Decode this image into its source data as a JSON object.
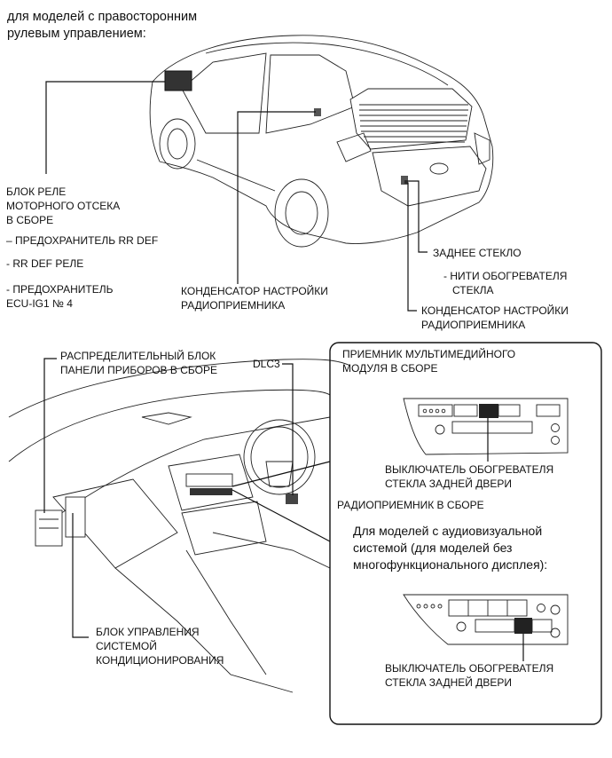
{
  "header": {
    "line1": "для моделей с правосторонним",
    "line2": "рулевым управлением:"
  },
  "labels": {
    "relay_block": {
      "line1": "БЛОК РЕЛЕ",
      "line2": "МОТОРНОГО ОТСЕКА",
      "line3": "В СБОРЕ"
    },
    "fuse_rr_def": "– ПРЕДОХРАНИТЕЛЬ RR DEF",
    "rr_def_relay": "- RR DEF РЕЛЕ",
    "fuse_ecu": {
      "line1": "- ПРЕДОХРАНИТЕЛЬ",
      "line2": "ECU-IG1 № 4"
    },
    "condenser_center": {
      "line1": "КОНДЕНСАТОР НАСТРОЙКИ",
      "line2": "РАДИОПРИЕМНИКА"
    },
    "rear_glass": "ЗАДНЕЕ СТЕКЛО",
    "defogger_wires": {
      "line1": "- НИТИ ОБОГРЕВАТЕЛЯ",
      "line2": "СТЕКЛА"
    },
    "condenser_right": {
      "line1": "КОНДЕНСАТОР НАСТРОЙКИ",
      "line2": "РАДИОПРИЕМНИКА"
    },
    "junction_block": {
      "line1": "РАСПРЕДЕЛИТЕЛЬНЫЙ БЛОК",
      "line2": "ПАНЕЛИ ПРИБОРОВ В СБОРЕ"
    },
    "dlc3": "DLC3",
    "multimedia_receiver": {
      "line1": "ПРИЕМНИК МУЛЬТИМЕДИЙНОГО",
      "line2": "МОДУЛЯ В СБОРЕ"
    },
    "defogger_switch_1": {
      "line1": "ВЫКЛЮЧАТЕЛЬ ОБОГРЕВАТЕЛЯ",
      "line2": "СТЕКЛА ЗАДНЕЙ ДВЕРИ"
    },
    "radio_receiver": "РАДИОПРИЕМНИК В СБОРЕ",
    "av_models": {
      "line1": "Для моделей с аудиовизуальной",
      "line2": "системой (для моделей без",
      "line3": "многофункционального дисплея):"
    },
    "ac_control": {
      "line1": "БЛОК УПРАВЛЕНИЯ",
      "line2": "СИСТЕМОЙ",
      "line3": "КОНДИЦИОНИРОВАНИЯ"
    },
    "defogger_switch_2": {
      "line1": "ВЫКЛЮЧАТЕЛЬ ОБОГРЕВАТЕЛЯ",
      "line2": "СТЕКЛА ЗАДНЕЙ ДВЕРИ"
    }
  }
}
